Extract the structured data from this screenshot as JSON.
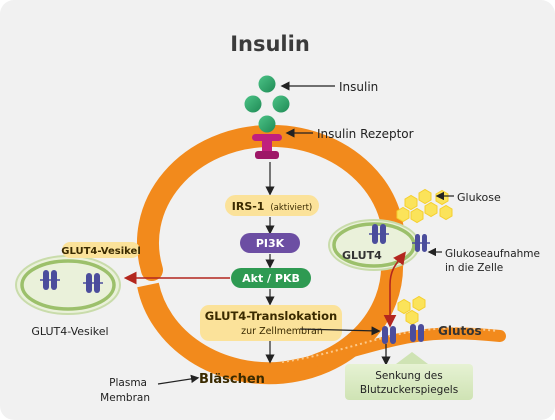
{
  "title": "Insulin",
  "labels": {
    "insulin": "Insulin",
    "receptor": "Insulin Rezeptor",
    "glucose": "Glukose",
    "uptake_line1": "Glukoseaufnahme",
    "uptake_line2": "in die Zelle",
    "glut4": "GLUT4",
    "glutos": "Glutos",
    "vesicle_tag": "GLUT4-Vesikel",
    "vesicle_caption": "GLUT4-Vesikel",
    "membrane_line1": "Plasma",
    "membrane_line2": "Membran",
    "blaschen": "Bläschen",
    "sugar_line1": "Senkung des",
    "sugar_line2": "Blutzuckerspiegels"
  },
  "pathway": {
    "irs1_main": "IRS-1",
    "irs1_sub": "(aktiviert)",
    "pi3k": "PI3K",
    "akt": "Akt / PKB",
    "transloc_line1": "GLUT4-Translokation",
    "transloc_line2": "zur Zellmembran"
  },
  "colors": {
    "background": "#f1f1f1",
    "membrane": "#f28a1c",
    "insulin_ball": "#2fa56a",
    "receptor": "#c0207e",
    "transporter": "#4b4d9c",
    "yellow_box": "#fbe29a",
    "pi3k_box": "#6c4ea3",
    "akt_box": "#2e9a52",
    "glucose": "#fbe35a",
    "arrow_red": "#b3261e",
    "vesicle_fill": "#e1ecc9",
    "vesicle_ring": "#9cc06b"
  }
}
